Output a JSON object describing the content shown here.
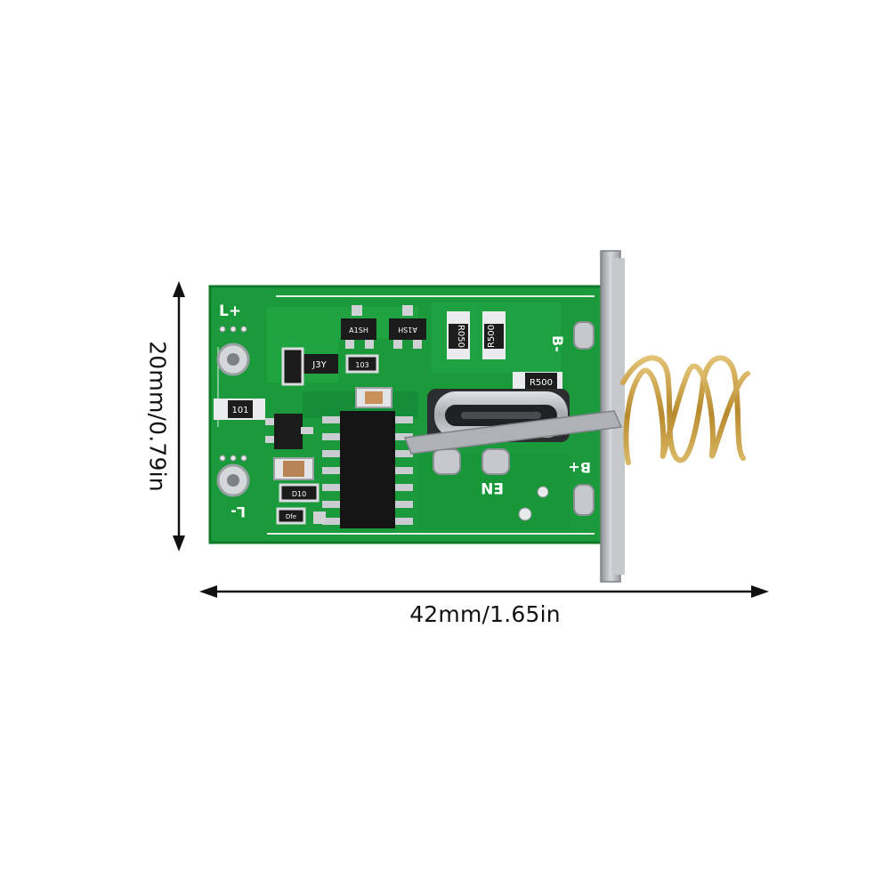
{
  "dimensions": {
    "width_label": "42mm/1.65in",
    "height_label": "20mm/0.79in"
  },
  "pcb_markings": {
    "l_plus": "L+",
    "l_minus": "L-",
    "b_minus": "B-",
    "b_plus": "B+",
    "en": "EN",
    "resistor_top_left": "R050",
    "resistor_top_right": "R500",
    "resistor_mid": "R500",
    "resistor_left": "101",
    "chip_j3y": "J3Y",
    "chip_103": "103",
    "chip_a1sh_1": "A1SH",
    "chip_a1sh_2": "A1SH",
    "diode_a": "D10",
    "diode_b": "Dfe"
  },
  "colors": {
    "pcb_green": "#1a9a3a",
    "pcb_dark": "#0f7a2a",
    "silkscreen": "#ffffff",
    "spring_gold": "#c8a24a",
    "metal": "#b8bcc0"
  }
}
